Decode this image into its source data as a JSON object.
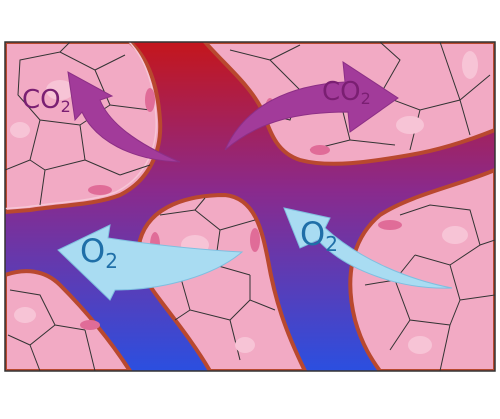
{
  "diagram": {
    "labels": {
      "co2_left": "CO",
      "co2_left_sub": "2",
      "co2_right": "CO",
      "co2_right_sub": "2",
      "o2_left": "O",
      "o2_left_sub": "2",
      "o2_right": "O",
      "o2_right_sub": "2"
    },
    "colors": {
      "blood_oxygenated": "#c4161c",
      "blood_deoxygenated": "#2b4fe0",
      "blood_mid": "#8a2a8c",
      "tissue": "#f2aac4",
      "cell_nucleus": "#e06c98",
      "vessel_wall": "#b9482f",
      "co2_arrow": "#a23b9a",
      "co2_text": "#7a1f72",
      "o2_arrow": "#a9dcf2",
      "o2_text": "#1f6fa8",
      "frame": "#333333"
    }
  }
}
